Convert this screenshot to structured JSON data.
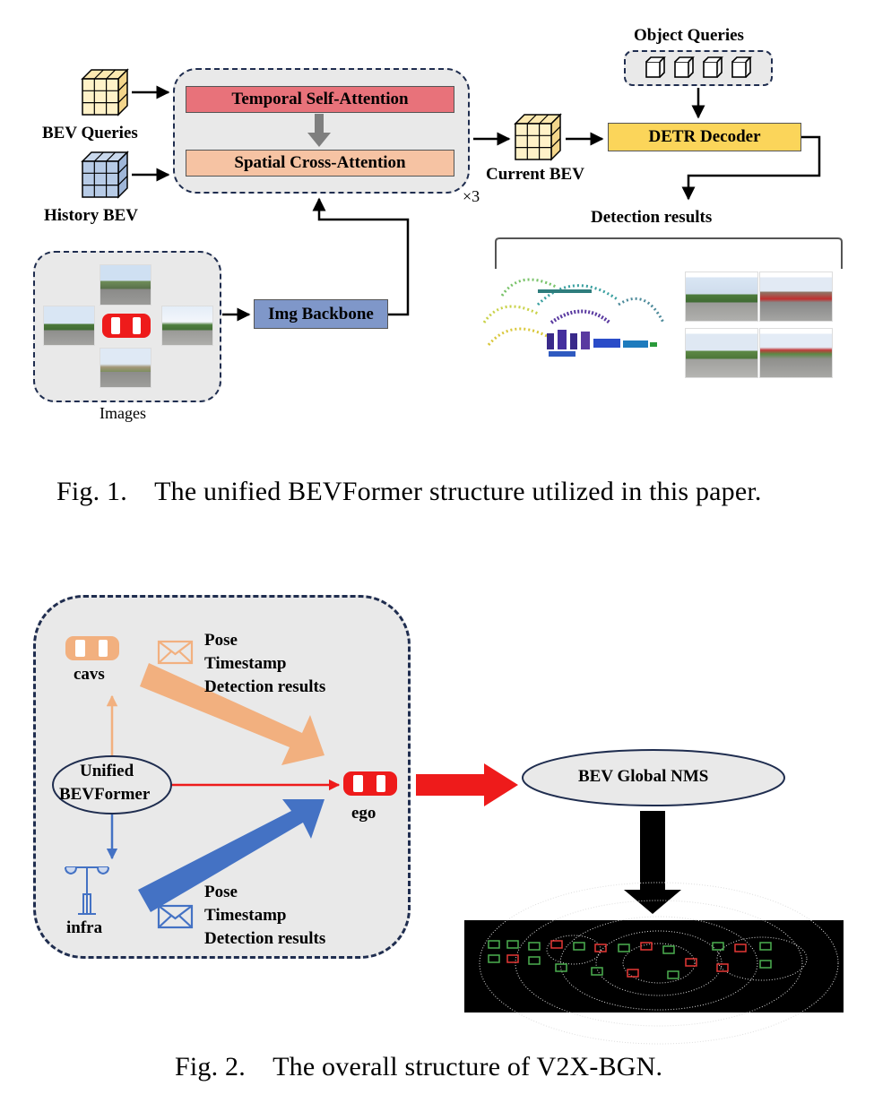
{
  "fig1": {
    "bev_queries": "BEV Queries",
    "history_bev": "History BEV",
    "temporal_self_attention": "Temporal Self-Attention",
    "spatial_cross_attention": "Spatial Cross-Attention",
    "repeat": "×3",
    "current_bev": "Current BEV",
    "object_queries": "Object Queries",
    "detr_decoder": "DETR Decoder",
    "detection_results": "Detection results",
    "img_backbone": "Img Backbone",
    "images": "Images",
    "caption": "Fig. 1. The unified BEVFormer structure utilized in this paper."
  },
  "fig2": {
    "cavs": "cavs",
    "unified_bevformer_line1": "Unified",
    "unified_bevformer_line2": "BEVFormer",
    "infra": "infra",
    "ego": "ego",
    "message_top": [
      "Pose",
      "Timestamp",
      "Detection results"
    ],
    "message_bottom": [
      "Pose",
      "Timestamp",
      "Detection results"
    ],
    "bev_global_nms": "BEV Global NMS",
    "caption": "Fig. 2. The overall structure of V2X-BGN."
  },
  "colors": {
    "temporal": "#e8727a",
    "spatial": "#f6c3a3",
    "detr": "#fbd55a",
    "backbone": "#7f97c9",
    "cav_orange": "#f2b07f",
    "infra_blue": "#4472c4",
    "ego_red": "#ee1b1b",
    "panel_border": "#1f2d4f"
  }
}
